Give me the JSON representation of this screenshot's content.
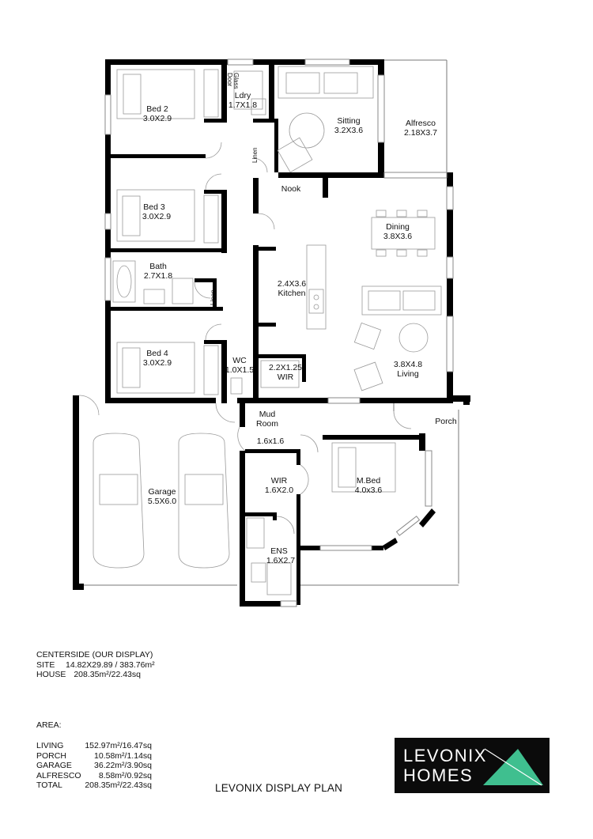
{
  "rooms": {
    "bed2": {
      "name": "Bed 2",
      "size": "3.0X2.9"
    },
    "ldry": {
      "name": "Ldry",
      "size": "1.7X1.8"
    },
    "glass_door": {
      "line1": "Glass",
      "line2": "Door"
    },
    "sitting": {
      "name": "Sitting",
      "size": "3.2X3.6"
    },
    "alfresco": {
      "name": "Alfresco",
      "size": "2.18X3.7"
    },
    "linen_upper": "Linen",
    "nook": "Nook",
    "bed3": {
      "name": "Bed 3",
      "size": "3.0X2.9"
    },
    "dining": {
      "name": "Dining",
      "size": "3.8X3.6"
    },
    "bath": {
      "name": "Bath",
      "size": "2.7X1.8"
    },
    "linen_lower": "Linen",
    "kitchen": {
      "size": "2.4X3.6",
      "name": "Kitchen"
    },
    "bed4": {
      "name": "Bed 4",
      "size": "3.0X2.9"
    },
    "wc": {
      "name": "WC",
      "size": "1.0X1.5"
    },
    "wir_upper": {
      "size": "2.2X1.25",
      "name": "WIR"
    },
    "living": {
      "size": "3.8X4.8",
      "name": "Living"
    },
    "mud_room": {
      "line1": "Mud",
      "line2": "Room",
      "size": "1.6x1.6"
    },
    "porch": "Porch",
    "garage": {
      "name": "Garage",
      "size": "5.5X6.0"
    },
    "wir_lower": {
      "name": "WIR",
      "size": "1.6X2.0"
    },
    "mbed": {
      "name": "M.Bed",
      "size": "4.0x3.6"
    },
    "ens": {
      "name": "ENS",
      "size": "1.6X2.7"
    }
  },
  "summary": {
    "heading": "CENTERSIDE (OUR DISPLAY)",
    "site_label": "SITE",
    "site_value": "14.82X29.89 / 383.76m²",
    "house_label": "HOUSE",
    "house_value": "208.35m²/22.43sq"
  },
  "area_heading": "AREA:",
  "areas": [
    {
      "label": "LIVING",
      "value": "152.97m²/16.47sq"
    },
    {
      "label": "PORCH",
      "value": "10.58m²/1.14sq"
    },
    {
      "label": "GARAGE",
      "value": "36.22m²/3.90sq"
    },
    {
      "label": "ALFRESCO",
      "value": "8.58m²/0.92sq"
    },
    {
      "label": "TOTAL",
      "value": "208.35m²/22.43sq"
    }
  ],
  "plan_title": "LEVONIX DISPLAY PLAN",
  "logo": {
    "line1": "LEVONIX",
    "line2": "HOMES",
    "accent_color": "#3fbf8f"
  },
  "colors": {
    "walls": "#000000",
    "background": "#ffffff"
  }
}
